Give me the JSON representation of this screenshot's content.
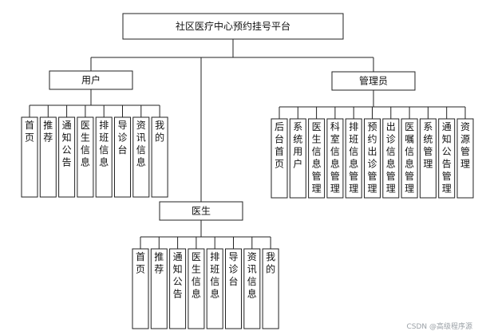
{
  "diagram": {
    "root": {
      "label": "社区医疗中心预约挂号平台"
    },
    "user": {
      "label": "用户",
      "children": [
        "首页",
        "推荐",
        "通知公告",
        "医生信息",
        "排班信息",
        "导诊台",
        "资讯信息",
        "我的"
      ]
    },
    "admin": {
      "label": "管理员",
      "children": [
        "后台首页",
        "系统用户",
        "医生信息管理",
        "科室信息管理",
        "排班信息管理",
        "预约出诊管理",
        "出诊信息管理",
        "医嘱信息管理",
        "系统管理",
        "通知公告管理",
        "资源管理"
      ]
    },
    "doctor": {
      "label": "医生",
      "children": [
        "首页",
        "推荐",
        "通知公告",
        "医生信息",
        "排班信息",
        "导诊台",
        "资讯信息",
        "我的"
      ]
    }
  },
  "watermark": "CSDN @高级程序源"
}
